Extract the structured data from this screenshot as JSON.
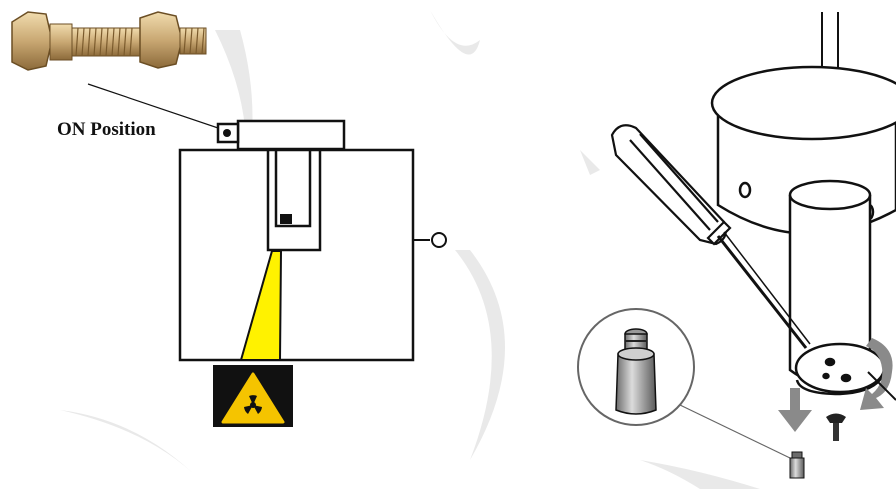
{
  "diagram": {
    "left_panel": {
      "callout_label": "ON Position",
      "bolt_icon": "hex-bolt-photo",
      "hazard_icon": "radiation-trefoil-icon",
      "beam_color": "#FFF200",
      "hazard_color": "#F5C400",
      "hazard_bg": "#111111"
    },
    "right_panel": {
      "items": [
        "screwdriver-icon",
        "cylindrical-housing",
        "plug-detail-magnifier",
        "down-arrow-icon",
        "rotate-arrow-icon",
        "screw-icon"
      ]
    },
    "colors": {
      "line": "#111111",
      "arrow": "#8a8a8a",
      "watermark": "#e6e6e6"
    }
  }
}
